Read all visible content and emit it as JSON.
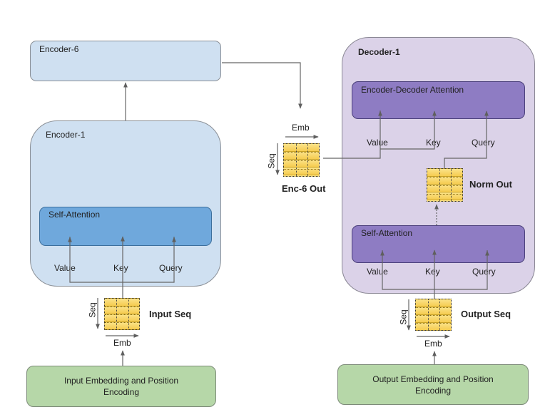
{
  "encoder": {
    "top_block": "Encoder-6",
    "block": "Encoder-1",
    "attention": "Self-Attention",
    "inputs": [
      "Value",
      "Key",
      "Query"
    ],
    "seq_matrix_label": "Input Seq",
    "embedding_box": "Input Embedding and Position Encoding",
    "axis_seq": "Seq",
    "axis_emb": "Emb"
  },
  "encoder_output": {
    "label": "Enc-6 Out",
    "axis_seq": "Seq",
    "axis_emb": "Emb"
  },
  "decoder": {
    "block": "Decoder-1",
    "cross_attention": "Encoder-Decoder Attention",
    "cross_inputs": [
      "Value",
      "Key",
      "Query"
    ],
    "norm_label": "Norm Out",
    "self_attention": "Self-Attention",
    "self_inputs": [
      "Value",
      "Key",
      "Query"
    ],
    "seq_matrix_label": "Output Seq",
    "embedding_box": "Output Embedding and Position Encoding",
    "axis_seq": "Seq",
    "axis_emb": "Emb"
  },
  "colors": {
    "encoder_fill": "#cfe0f1",
    "encoder_attention_fill": "#6fa8dc",
    "decoder_fill": "#dbd2e8",
    "decoder_attention_fill": "#8e7cc3",
    "embedding_fill": "#b6d7a8",
    "matrix_fill": "#f9d76a",
    "connector": "#666666"
  }
}
